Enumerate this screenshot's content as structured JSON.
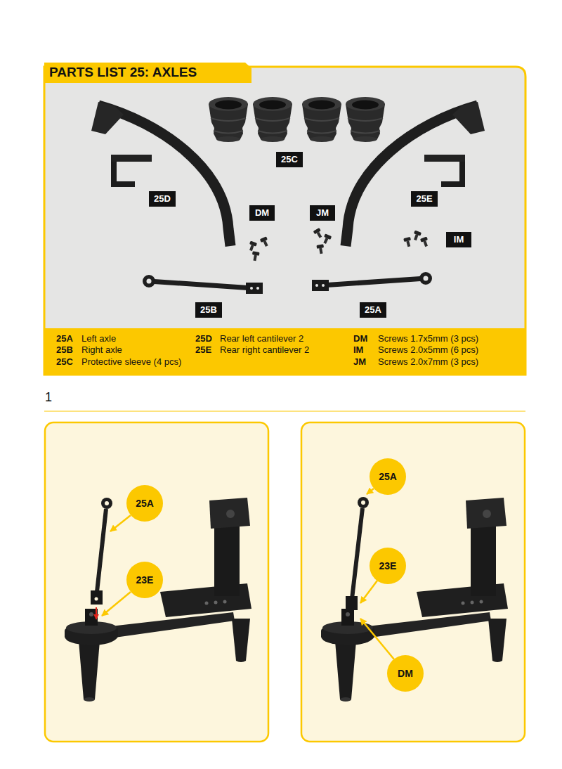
{
  "diagram": {
    "title": "PARTS LIST 25: AXLES",
    "nodes": [
      {
        "text": [
          "25C"
        ]
      },
      {
        "text": [
          "25D"
        ]
      },
      {
        "text": [
          "25E"
        ]
      },
      {
        "text": [
          "DM"
        ]
      },
      {
        "text": [
          "JM"
        ]
      },
      {
        "text": [
          "IM"
        ]
      },
      {
        "text": [
          "25B"
        ]
      },
      {
        "text": [
          "25A"
        ]
      },
      {
        "text": [
          "25A"
        ]
      },
      {
        "text": [
          "23E"
        ]
      },
      {
        "text": [
          "25A"
        ]
      },
      {
        "text": [
          "23E"
        ]
      },
      {
        "text": [
          "DM"
        ]
      }
    ],
    "labels": [
      "25A",
      "Left axle",
      "25B",
      "Right axle",
      "25C",
      "Protective sleeve (4 pcs)",
      "25D",
      "Rear left cantilever 2",
      "25E",
      "Rear right cantilever 2",
      "DM",
      "Screws 1.7x5mm (3 pcs)",
      "IM",
      "Screws 2.0x5mm (6 pcs)",
      "JM",
      "Screws 2.0x7mm (3 pcs)",
      "1"
    ]
  }
}
